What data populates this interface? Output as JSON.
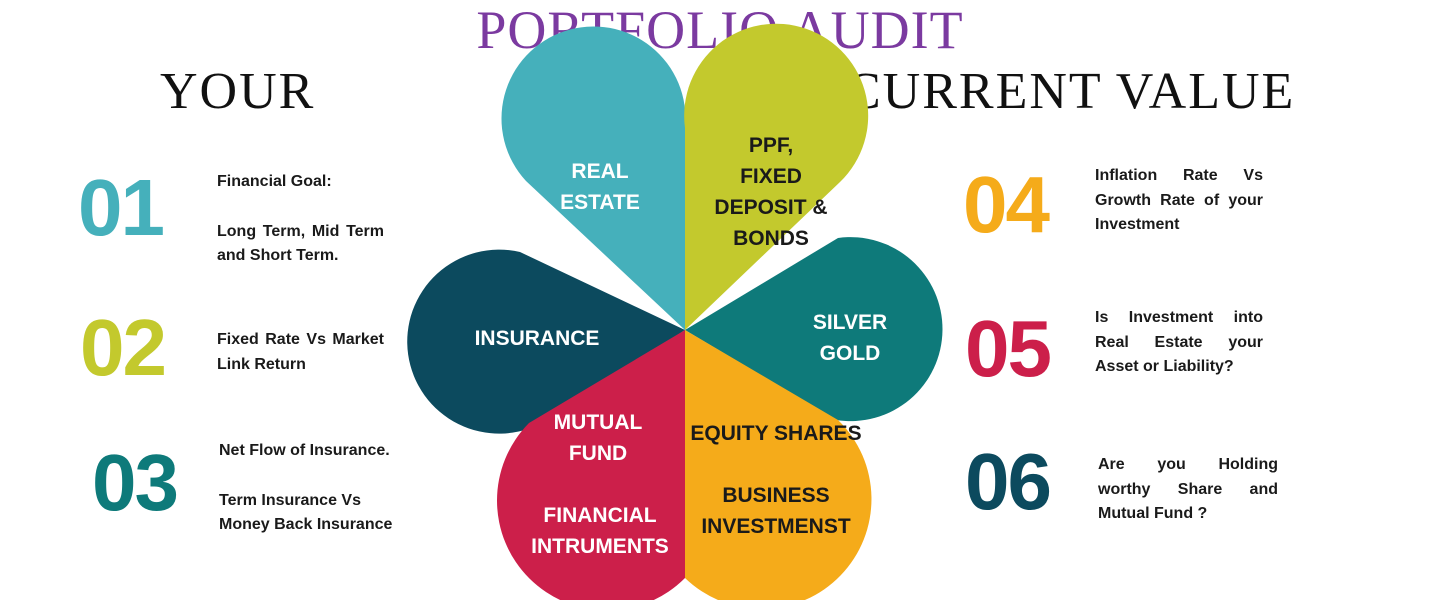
{
  "title": "PORTFOLIO AUDIT",
  "heading_left": "YOUR",
  "heading_right": "CURRENT VALUE",
  "colors": {
    "title": "#7b3aa0",
    "teal_light": "#45b0bb",
    "lime": "#c3c92d",
    "navy": "#0c4a5e",
    "teal_dark": "#0e7a7a",
    "crimson": "#cc1f4a",
    "amber": "#f5ab1a"
  },
  "items": [
    {
      "number": "01",
      "color": "#45b0bb",
      "lines": [
        "Financial Goal:",
        "",
        "Long Term, Mid Term and Short Term."
      ]
    },
    {
      "number": "02",
      "color": "#c3c92d",
      "lines": [
        "Fixed Rate Vs Market Link Return"
      ]
    },
    {
      "number": "03",
      "color": "#0e7a7a",
      "lines": [
        "Net Flow of Insurance.",
        "",
        "Term Insurance Vs Money Back Insurance"
      ]
    },
    {
      "number": "04",
      "color": "#f5ab1a",
      "lines": [
        "Inflation Rate Vs Growth Rate of your Investment"
      ]
    },
    {
      "number": "05",
      "color": "#cc1f4a",
      "lines": [
        "Is Investment into Real Estate your Asset or Liability?"
      ]
    },
    {
      "number": "06",
      "color": "#0c4a5e",
      "lines": [
        "Are you Holding worthy Share and Mutual Fund ?"
      ]
    }
  ],
  "petals": [
    {
      "id": "real-estate",
      "color": "#45b0bb",
      "labels": [
        "REAL",
        "ESTATE"
      ]
    },
    {
      "id": "ppf",
      "color": "#c3c92d",
      "labels": [
        "PPF,",
        "FIXED",
        "DEPOSIT &",
        "BONDS"
      ]
    },
    {
      "id": "insurance",
      "color": "#0c4a5e",
      "labels": [
        "INSURANCE"
      ]
    },
    {
      "id": "silver-gold",
      "color": "#0e7a7a",
      "labels": [
        "SILVER",
        "GOLD"
      ]
    },
    {
      "id": "mutual-fund",
      "color": "#cc1f4a",
      "labels": [
        "MUTUAL",
        "FUND",
        "FINANCIAL",
        "INTRUMENTS"
      ]
    },
    {
      "id": "equity",
      "color": "#f5ab1a",
      "labels": [
        "EQUITY SHARES",
        "BUSINESS",
        "INVESTMENST"
      ]
    }
  ]
}
